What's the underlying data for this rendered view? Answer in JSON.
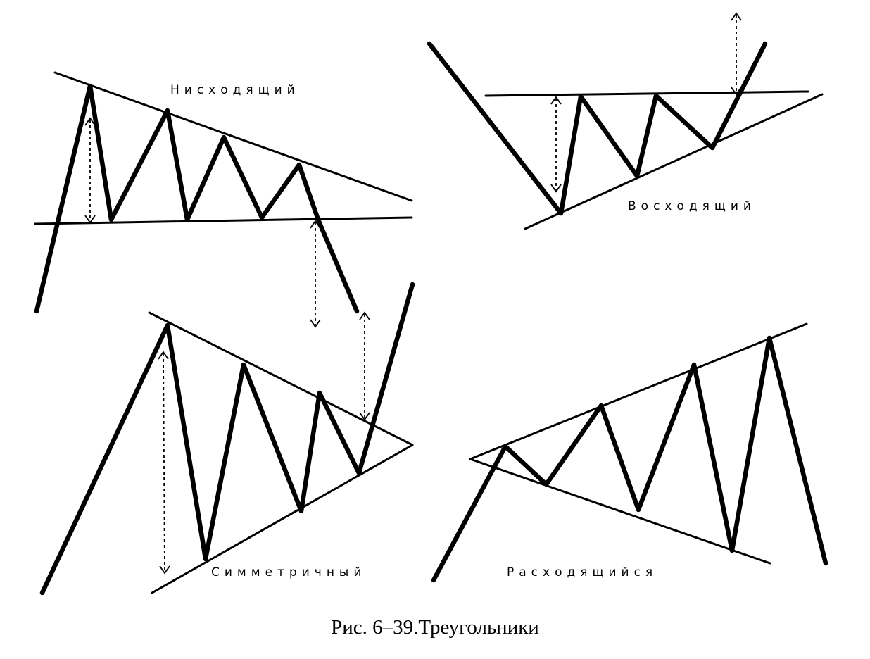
{
  "patterns": {
    "descending": {
      "label": "Нисходящий"
    },
    "ascending": {
      "label": "Восходящий"
    },
    "symmetric": {
      "label": "Симметричный"
    },
    "expanding": {
      "label": "Расходящийся"
    }
  },
  "caption": "Рис. 6–39.Треугольники"
}
